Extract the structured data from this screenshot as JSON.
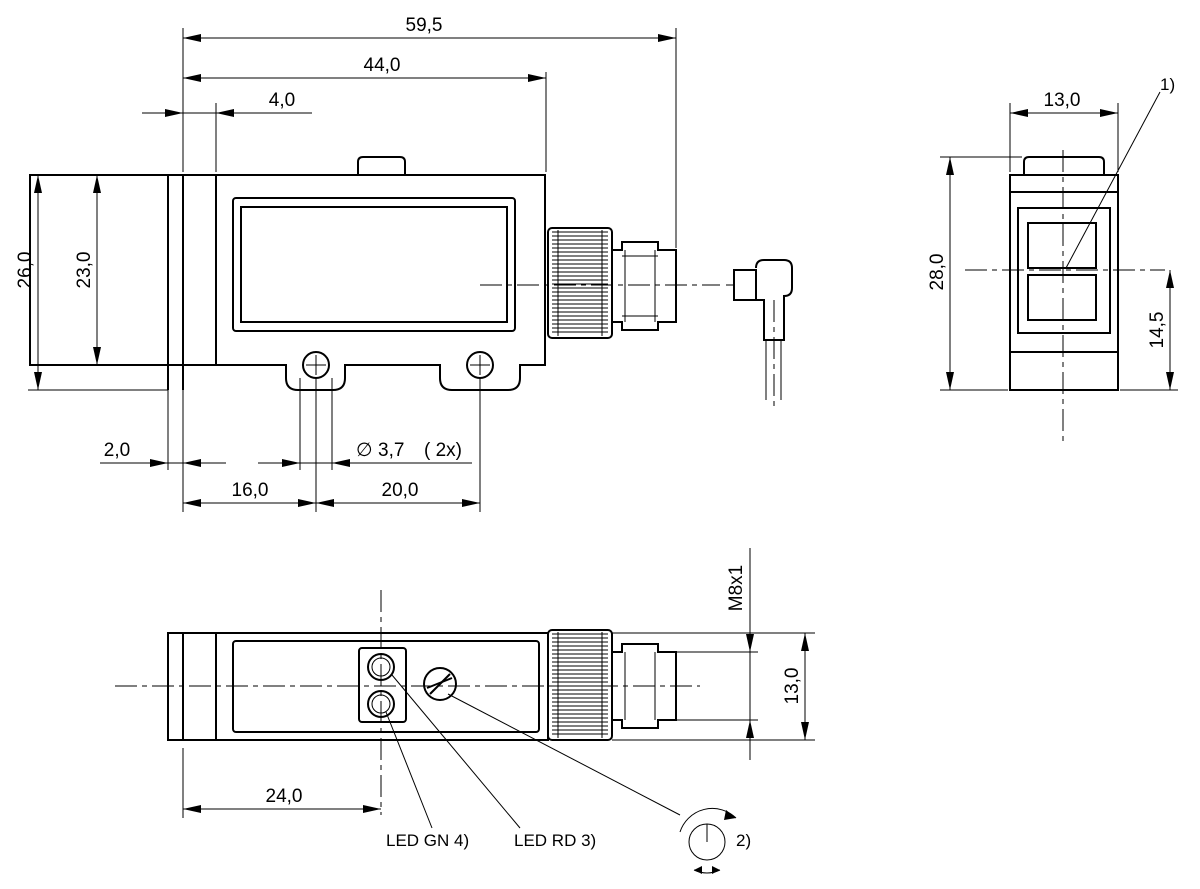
{
  "dimensions": {
    "overall_length": "59,5",
    "housing_length": "44,0",
    "offset_top": "4,0",
    "height_total": "26,0",
    "height_housing": "23,0",
    "offset_bottom": "2,0",
    "hole_pos_1": "16,0",
    "hole_spacing": "20,0",
    "hole_diameter_value": "3,7",
    "hole_count": "( 2x)",
    "side_width": "13,0",
    "side_height": "28,0",
    "side_center_height": "14,5",
    "thread": "M8x1",
    "bottom_width": "13,0",
    "led_position": "24,0"
  },
  "callouts": {
    "note_1": "1)",
    "note_2": "2)",
    "led_green": "LED GN 4)",
    "led_red": "LED RD 3)"
  },
  "symbols": {
    "diameter": "∅"
  }
}
